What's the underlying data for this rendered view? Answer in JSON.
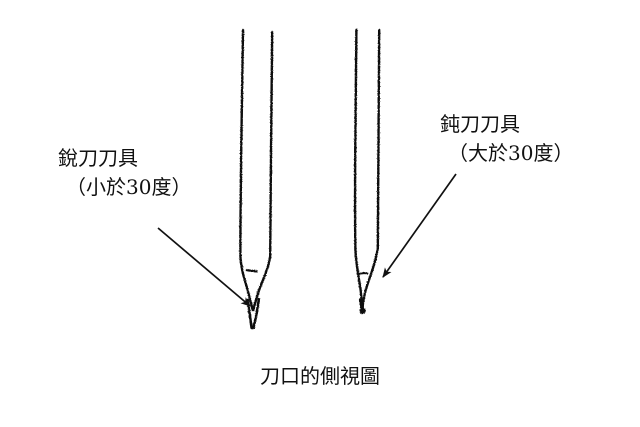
{
  "figure": {
    "caption": "刀口的側視圖",
    "background_color": "#ffffff",
    "ink_color": "#111111"
  },
  "labels": {
    "sharp": {
      "title": "銳刀刀具",
      "detail": "（小於30度）"
    },
    "blunt": {
      "title": "鈍刀刀具",
      "detail": "（大於30度）"
    }
  },
  "annotations": [
    {
      "name": "sharp-blade-arrow",
      "from": [
        158,
        228
      ],
      "to": [
        250,
        306
      ]
    },
    {
      "name": "blunt-blade-arrow",
      "from": [
        456,
        174
      ],
      "to": [
        382,
        278
      ]
    }
  ],
  "chart_data": {
    "type": "line",
    "title": "刀口的側視圖",
    "series": [
      {
        "name": "銳刀刀具",
        "annotation": "（小於30度）",
        "tip": [
          253,
          328
        ],
        "left_edge": [
          [
            243,
            30
          ],
          [
            241,
            150
          ],
          [
            240,
            250
          ],
          [
            245,
            280
          ],
          [
            250,
            306
          ],
          [
            253,
            328
          ]
        ],
        "right_edge": [
          [
            272,
            32
          ],
          [
            271,
            150
          ],
          [
            270,
            250
          ],
          [
            265,
            278
          ],
          [
            258,
            300
          ],
          [
            253,
            328
          ]
        ]
      },
      {
        "name": "鈍刀刀具",
        "annotation": "（大於30度）",
        "tip": [
          362,
          311
        ],
        "left_edge": [
          [
            356,
            30
          ],
          [
            355,
            150
          ],
          [
            355,
            245
          ],
          [
            357,
            275
          ],
          [
            362,
            311
          ]
        ],
        "right_edge": [
          [
            379,
            30
          ],
          [
            378,
            150
          ],
          [
            378,
            245
          ],
          [
            372,
            280
          ],
          [
            362,
            311
          ]
        ]
      }
    ]
  }
}
